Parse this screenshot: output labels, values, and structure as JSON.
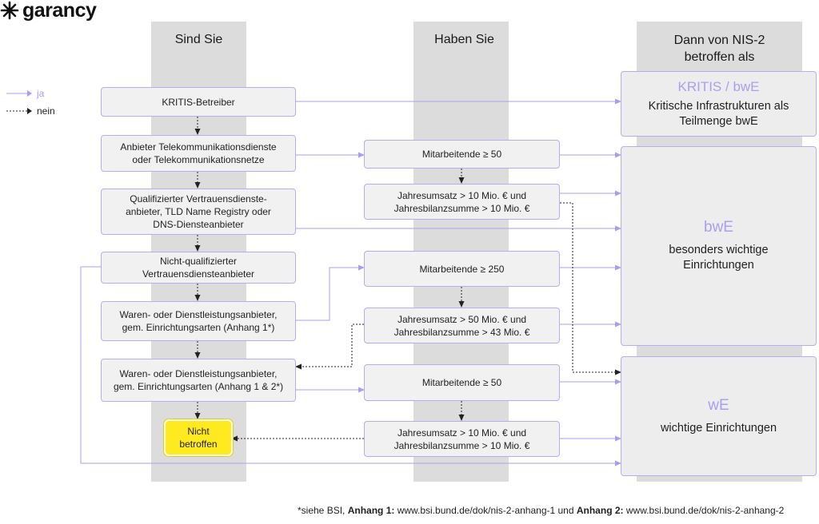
{
  "brand": {
    "name": "garancy"
  },
  "legend": {
    "yes": "ja",
    "no": "nein"
  },
  "columns": {
    "c1": "Sind Sie",
    "c2": "Haben Sie",
    "c3_line1": "Dann von NIS-2",
    "c3_line2": "betroffen als"
  },
  "sind_sie": {
    "kritis": "KRITIS-Betreiber",
    "telko_l1": "Anbieter Telekommunikationsdienste",
    "telko_l2": "oder Telekommunikationsnetze",
    "qvda_l1": "Qualifizierter Vertrauensdienste-",
    "qvda_l2": "anbieter, TLD Name Registry oder",
    "qvda_l3": "DNS-Diensteanbieter",
    "nqv_l1": "Nicht-qualifizierter",
    "nqv_l2": "Vertrauensdiensteanbieter",
    "waren1_l1": "Waren- oder Dienstleistungsanbieter,",
    "waren1_l2": "gem. Einrichtungsarten (Anhang 1*)",
    "waren2_l1": "Waren- oder Dienstleistungsanbieter,",
    "waren2_l2": "gem. Einrichtungsarten (Anhang 1 & 2*)",
    "nicht_l1": "Nicht",
    "nicht_l2": "betroffen"
  },
  "haben_sie": {
    "ma50_a": "Mitarbeitende ≥ 50",
    "ums1_l1": "Jahresumsatz > 10 Mio. € und",
    "ums1_l2": "Jahresbilanzsumme > 10 Mio. €",
    "ma250": "Mitarbeitende ≥ 250",
    "ums2_l1": "Jahresumsatz > 50 Mio. € und",
    "ums2_l2": "Jahresbilanzsumme > 43 Mio. €",
    "ma50_b": "Mitarbeitende ≥ 50",
    "ums3_l1": "Jahresumsatz > 10 Mio. € und",
    "ums3_l2": "Jahresbilanzsumme > 10 Mio. €"
  },
  "results": {
    "kritis_title": "KRITIS / bwE",
    "kritis_desc_l1": "Kritische Infrastrukturen als",
    "kritis_desc_l2": "Teilmenge bwE",
    "bwe_title": "bwE",
    "bwe_desc_l1": "besonders wichtige",
    "bwe_desc_l2": "Einrichtungen",
    "we_title": "wE",
    "we_desc": "wichtige Einrichtungen"
  },
  "footer": {
    "prefix": "*siehe BSI, ",
    "anhang1_label": "Anhang 1:",
    "anhang1_url": " www.bsi.bund.de/dok/nis-2-anhang-1 und ",
    "anhang2_label": "Anhang 2:",
    "anhang2_url": " www.bsi.bund.de/dok/nis-2-anhang-2"
  },
  "colors": {
    "accent": "#a99ff0",
    "column_bg": "#dcdcdc",
    "box_bg": "#f1f1f1",
    "not_affected": "#ffe91f"
  }
}
